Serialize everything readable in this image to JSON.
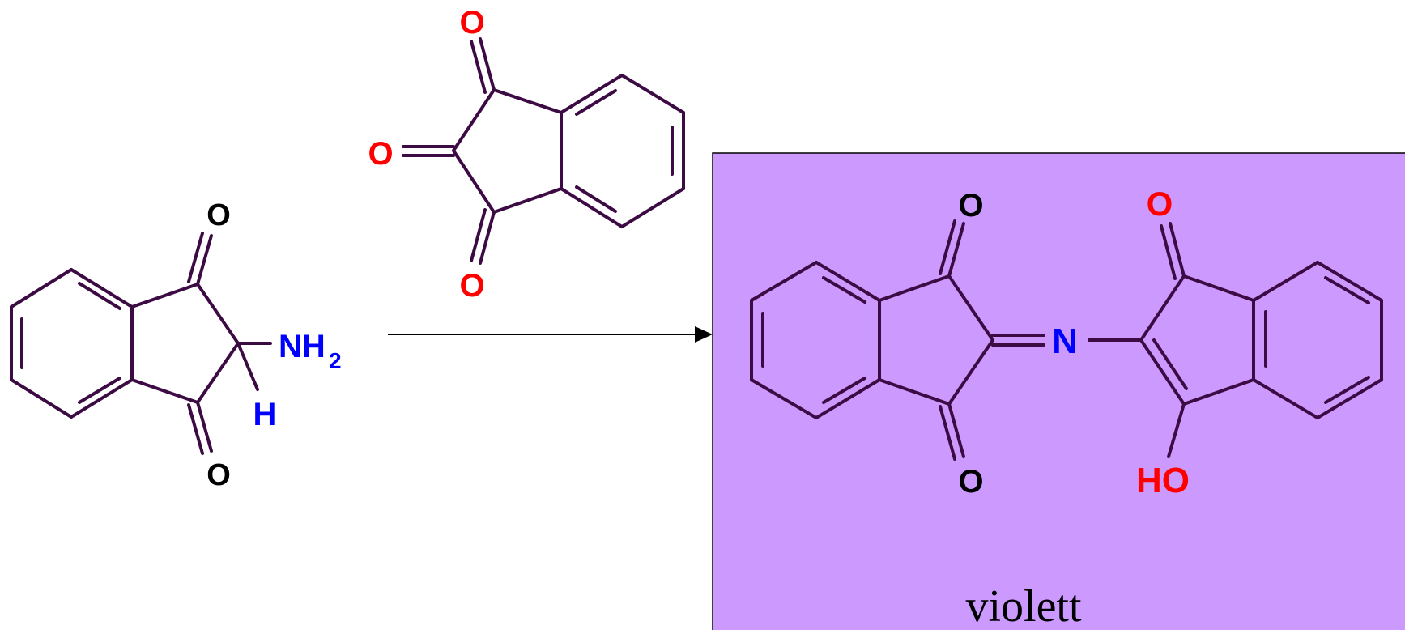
{
  "colors": {
    "bond": "#3d0b43",
    "oxygen_red": "#ff0000",
    "nitrogen_blue": "#0000ff",
    "label_black": "#000000",
    "product_box_fill": "#cc99ff",
    "product_box_border": "#000000",
    "arrow": "#000000",
    "caption": "#000000"
  },
  "aminoindandione": {
    "o_top": "O",
    "o_bottom": "O",
    "nh": "NH",
    "nh_subscript": "2",
    "h": "H"
  },
  "ninhydrin_trione": {
    "o_top": "O",
    "o_middle": "O",
    "o_bottom": "O"
  },
  "product": {
    "o_left_top": "O",
    "o_left_bottom": "O",
    "n": "N",
    "o_right_top": "O",
    "ho": "HO",
    "caption": "violett"
  }
}
